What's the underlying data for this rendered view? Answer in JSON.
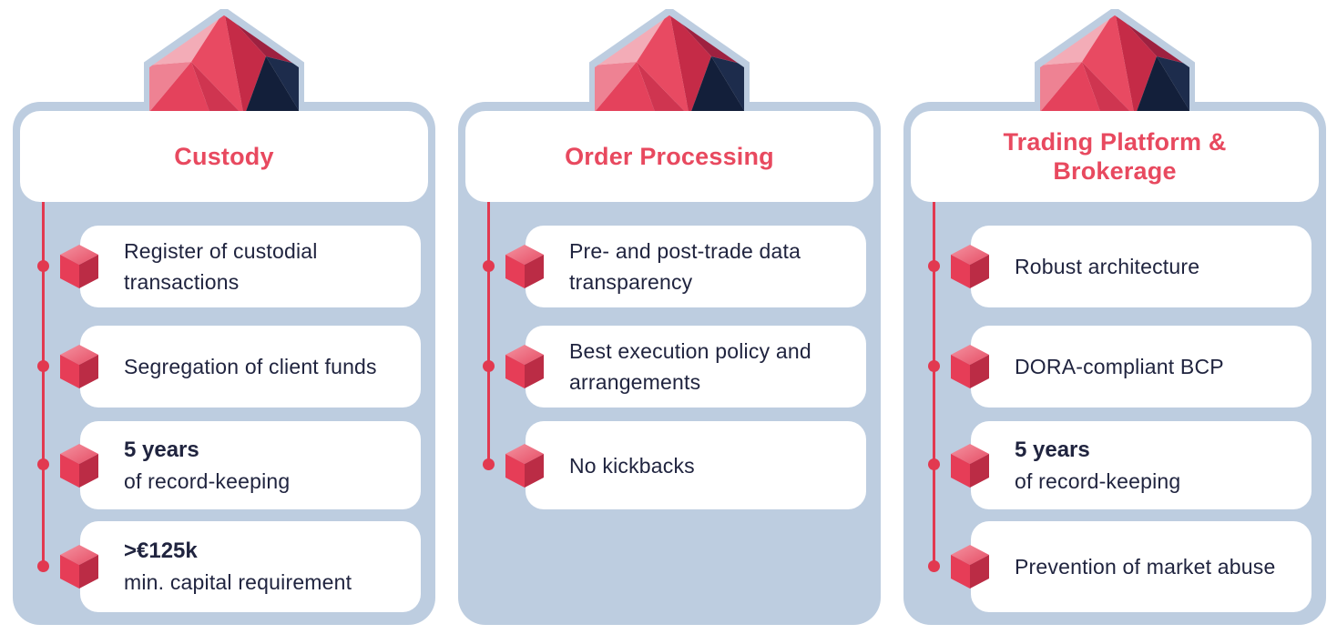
{
  "colors": {
    "accent_red": "#e8495f",
    "line_red": "#e23950",
    "card_blue": "#bdcde0",
    "text_navy": "#20243f",
    "cube_top": "#ef6478",
    "cube_left": "#e63d57",
    "cube_right": "#bb2c45",
    "navy_facet": "#1d2c4c"
  },
  "columns": [
    {
      "title": "Custody",
      "icon": "calculator-receipt-icon",
      "items": [
        {
          "bold": "",
          "text": "Register of custodial transactions"
        },
        {
          "bold": "",
          "text": "Segregation of client funds"
        },
        {
          "bold": "5 years",
          "text": "of record-keeping"
        },
        {
          "bold": ">€125k",
          "text": "min. capital requirement"
        }
      ]
    },
    {
      "title": "Order Processing",
      "icon": "gear-cycle-check-icon",
      "items": [
        {
          "bold": "",
          "text": "Pre- and post-trade data transparency"
        },
        {
          "bold": "",
          "text": "Best execution policy and arrangements"
        },
        {
          "bold": "",
          "text": "No kickbacks"
        }
      ]
    },
    {
      "title": "Trading Platform & Brokerage",
      "icon": "browser-chart-icon",
      "items": [
        {
          "bold": "",
          "text": "Robust architecture"
        },
        {
          "bold": "",
          "text": "DORA-compliant BCP"
        },
        {
          "bold": "5 years",
          "text": "of record-keeping"
        },
        {
          "bold": "",
          "text": "Prevention of market abuse"
        }
      ]
    }
  ]
}
